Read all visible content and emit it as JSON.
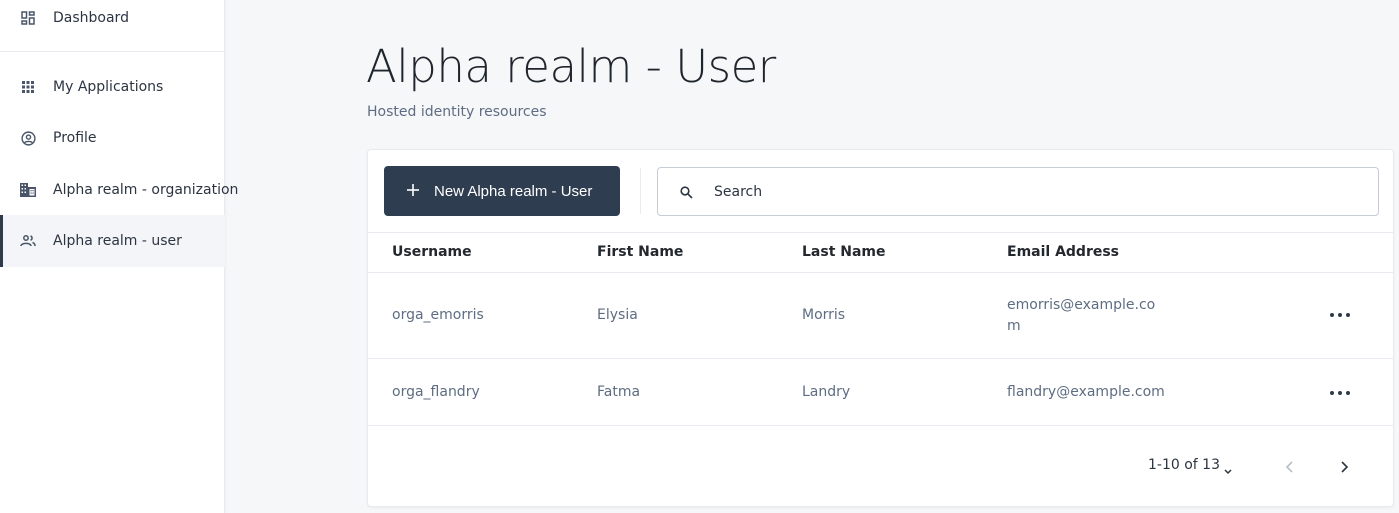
{
  "sidebar": {
    "items": [
      {
        "label": "Dashboard",
        "icon": "dashboard-icon",
        "active": false
      },
      {
        "label": "My Applications",
        "icon": "apps-grid-icon",
        "active": false
      },
      {
        "label": "Profile",
        "icon": "profile-circle-icon",
        "active": false
      },
      {
        "label": "Alpha realm - organization",
        "icon": "building-icon",
        "active": false
      },
      {
        "label": "Alpha realm - user",
        "icon": "people-icon",
        "active": true
      }
    ]
  },
  "header": {
    "title": "Alpha realm - User",
    "subtitle": "Hosted identity resources"
  },
  "toolbar": {
    "new_button_label": "New Alpha realm - User",
    "new_button_icon": "plus-icon",
    "search_placeholder": "Search",
    "search_value": ""
  },
  "table": {
    "columns": [
      "Username",
      "First Name",
      "Last Name",
      "Email Address"
    ],
    "rows": [
      {
        "username": "orga_emorris",
        "first_name": "Elysia",
        "last_name": "Morris",
        "email": "emorris@example.com"
      },
      {
        "username": "orga_flandry",
        "first_name": "Fatma",
        "last_name": "Landry",
        "email": "flandry@example.com"
      }
    ]
  },
  "pagination": {
    "range_label": "1-10 of 13",
    "prev_enabled": false,
    "next_enabled": true
  },
  "colors": {
    "primary": "#2f3d50",
    "background": "#f6f7f9",
    "border": "#e7eaef",
    "muted_text": "#5e6d82"
  }
}
